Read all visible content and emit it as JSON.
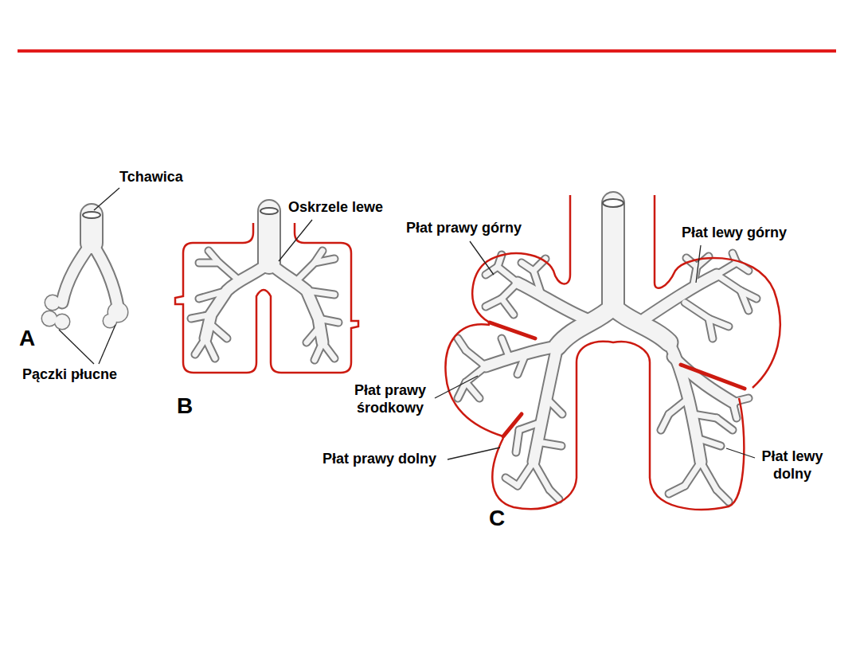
{
  "diagram": {
    "labels": [
      "Tchawica",
      "Oskrzele lewe",
      "Płat prawy górny",
      "Płat lewy górny",
      "A",
      "Pączki płucne",
      "B",
      "Płat prawy środkowy",
      "Płat prawy dolny",
      "Płat lewy dolny",
      "C"
    ]
  }
}
